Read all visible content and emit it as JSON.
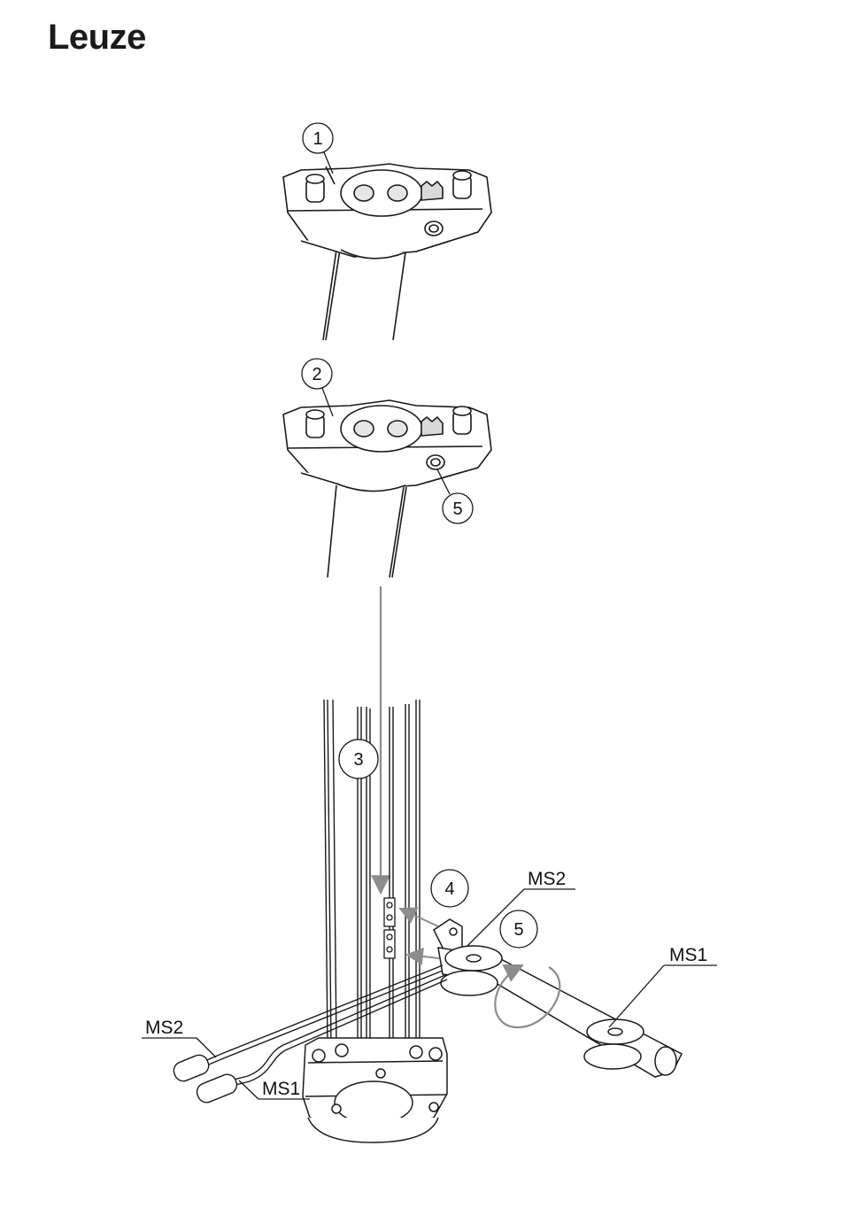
{
  "header": {
    "brand": "Leuze"
  },
  "callouts": {
    "c1": "1",
    "c2": "2",
    "c3": "3",
    "c4": "4",
    "c5_top": "5",
    "c5_bottom": "5"
  },
  "labels": {
    "ms2_right": "MS2",
    "ms1_right": "MS1",
    "ms2_left": "MS2",
    "ms1_left": "MS1"
  },
  "colors": {
    "line": "#1a1a1a",
    "arrow": "#8c8c8c",
    "fill": "#ffffff",
    "shade": "#d9d9d9"
  }
}
